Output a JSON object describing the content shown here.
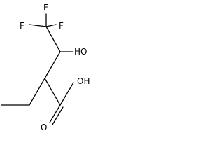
{
  "molecule": {
    "atom_labels": {
      "fluorine_top": "F",
      "fluorine_left": "F",
      "fluorine_right": "F",
      "hydroxyl": "HO",
      "carboxyl_hydroxyl": "OH",
      "carbonyl_oxygen": "O"
    },
    "colors": {
      "bonds": "#000000",
      "labels": "#000000",
      "background": "#ffffff"
    }
  }
}
